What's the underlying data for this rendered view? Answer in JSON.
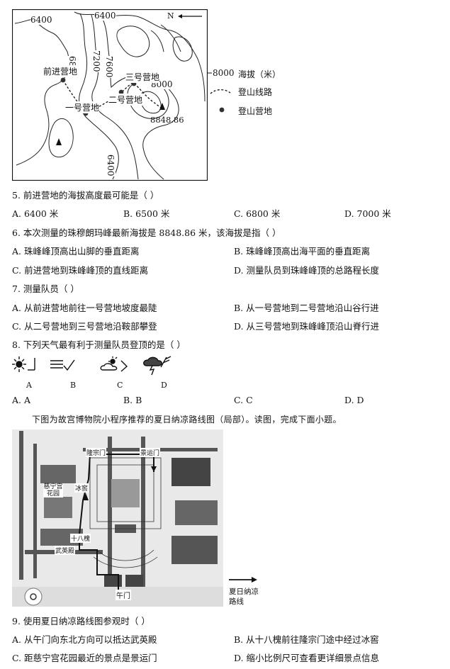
{
  "map1": {
    "north_label": "N",
    "contours": [
      "6400",
      "6400",
      "6800",
      "7200",
      "7600",
      "8000",
      "6400"
    ],
    "camps": {
      "forward": "前进营地",
      "camp1": "一号营地",
      "camp2": "二号营地",
      "camp3": "三号营地"
    },
    "peak_value": "8848.86"
  },
  "legend": {
    "contour_value": "8000",
    "contour_label": "海拔（米）",
    "route_label": "登山线路",
    "camp_label": "登山营地"
  },
  "questions": [
    {
      "stem": "5. 前进营地的海拔高度最可能是（    ）",
      "options": [
        "A. 6400 米",
        "B. 6500 米",
        "C. 6800 米",
        "D. 7000 米"
      ]
    },
    {
      "stem": "6. 本次测量的珠穆朗玛峰最新海拔是 8848.86 米，该海拔是指（    ）",
      "options": [
        "A. 珠峰峰顶高出山脚的垂直距离",
        "B. 珠峰峰顶高出海平面的垂直距离",
        "C. 前进营地到珠峰峰顶的直线距离",
        "D. 测量队员到珠峰峰顶的总路程长度"
      ]
    },
    {
      "stem": "7. 测量队员（    ）",
      "options": [
        "A. 从前进营地前往一号营地坡度最陡",
        "B. 从一号营地到二号营地沿山谷行进",
        "C. 从二号营地到三号营地沿鞍部攀登",
        "D. 从三号营地到珠峰峰顶沿山脊行进"
      ]
    },
    {
      "stem": "8. 下列天气最有利于测量队员登顶的是（    ）",
      "weather_labels": [
        "A",
        "B",
        "C",
        "D"
      ],
      "options": [
        "A. A",
        "B. B",
        "C. C",
        "D. D"
      ]
    },
    {
      "stem": "9. 使用夏日纳凉路线图参观时（    ）",
      "options": [
        "A. 从午门向东北方向可以抵达武英殿",
        "B. 从十八槐前往隆宗门途中经过冰窖",
        "C. 距慈宁宫花园最近的景点是景运门",
        "D. 缩小比例尺可查看更详细景点信息"
      ]
    }
  ],
  "intro": "下图为故宫博物院小程序推荐的夏日纳凉路线图（局部）。读图，完成下面小题。",
  "map2": {
    "labels": {
      "longzong": "隆宗门",
      "jingyun": "景运门",
      "cining": "慈宁宫花园",
      "bingjiao": "冰窖",
      "shibahuai": "十八槐",
      "wuying": "武英殿",
      "wumen": "午门"
    },
    "legend_label": "夏日纳凉路线"
  }
}
